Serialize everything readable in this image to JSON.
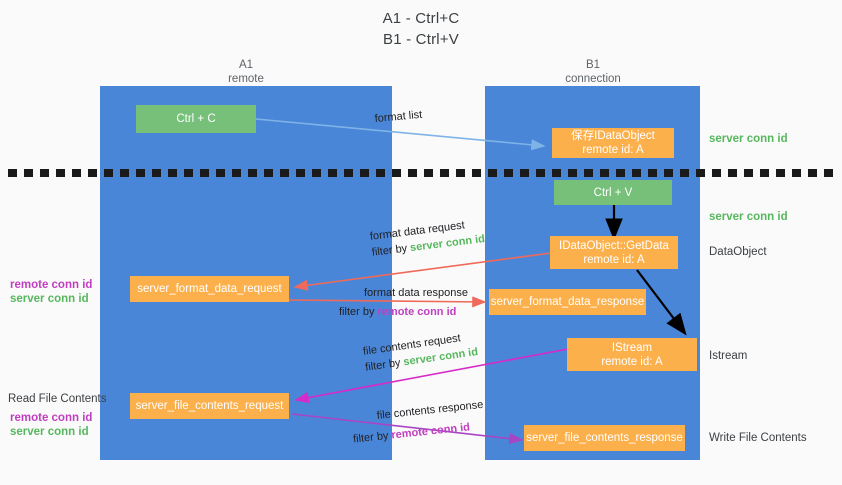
{
  "title": {
    "line1": "A1 - Ctrl+C",
    "line2": "B1 - Ctrl+V"
  },
  "columns": [
    {
      "name": "A1",
      "sub": "remote"
    },
    {
      "name": "B1",
      "sub": "connection"
    }
  ],
  "boxes": {
    "ctrl_c": {
      "line1": "Ctrl + C"
    },
    "ctrl_v": {
      "line1": "Ctrl + V"
    },
    "save_dataobject": {
      "line1": "保存IDataObject",
      "line2": "remote id: A"
    },
    "getdata": {
      "line1": "IDataObject::GetData",
      "line2": "remote id: A"
    },
    "istream": {
      "line1": "IStream",
      "line2": "remote id: A"
    },
    "server_format_data_request": {
      "line1": "server_format_data_request"
    },
    "server_format_data_response": {
      "line1": "server_format_data_response"
    },
    "server_file_contents_request": {
      "line1": "server_file_contents_request"
    },
    "server_file_contents_response": {
      "line1": "server_file_contents_response"
    }
  },
  "right_labels": {
    "server_conn_id_top": "server conn id",
    "server_conn_id_mid": "server conn id",
    "dataobject": "DataObject",
    "istream": "Istream",
    "write_file_contents": "Write File Contents"
  },
  "left_labels": {
    "format_remote": "remote conn id",
    "format_server": "server conn id",
    "read_file_contents": "Read File Contents",
    "file_remote": "remote conn id",
    "file_server": "server conn id"
  },
  "edges": {
    "format_list": {
      "text": "format list"
    },
    "format_data_request": {
      "line1": "format data request",
      "prefix": "filter by ",
      "highlight": "server conn id",
      "highlight_color": "green"
    },
    "format_data_response": {
      "line1": "format data response",
      "prefix": "filter by ",
      "highlight": "remote conn id",
      "highlight_color": "purple"
    },
    "file_contents_request": {
      "line1": "file contents request",
      "prefix": "filter by ",
      "highlight": "server conn id",
      "highlight_color": "green"
    },
    "file_contents_response": {
      "line1": "file contents response",
      "prefix": "filter by ",
      "highlight": "remote conn id",
      "highlight_color": "purple"
    }
  },
  "colors": {
    "lane_blue": "#4a86d8",
    "box_green": "#76c07a",
    "box_orange": "#fcb04c",
    "accent_green": "#57b75e",
    "accent_purple": "#c03fc0",
    "wire_blue": "#7fb3e8",
    "wire_red": "#ef6a5a",
    "wire_magenta": "#d62bc8",
    "wire_purple": "#a845c4",
    "wire_black": "#000000",
    "background": "#fafafa"
  }
}
